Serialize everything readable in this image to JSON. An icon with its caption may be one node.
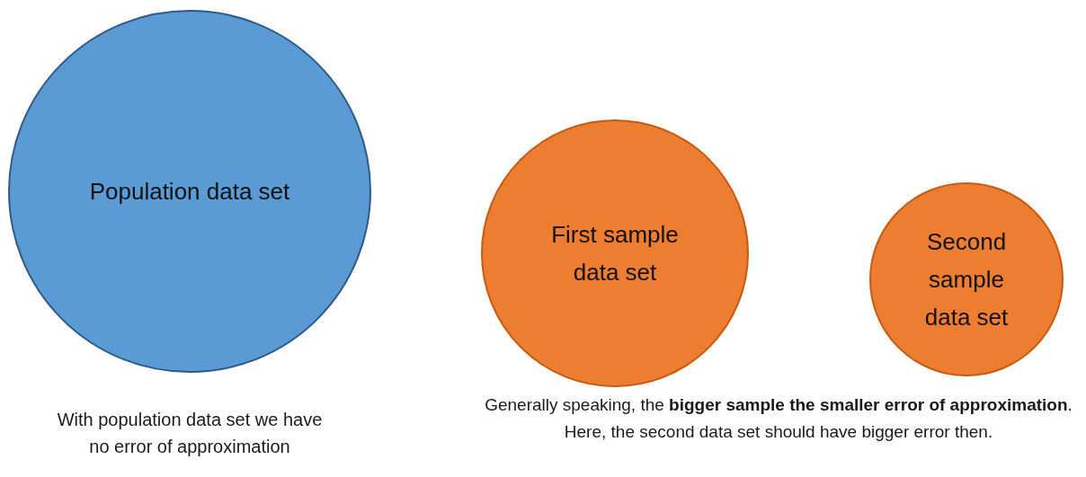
{
  "diagram": {
    "nodes": [
      {
        "text": [
          "Population data set"
        ],
        "beside": [
          "With population data set we have no error of approximation"
        ]
      },
      {
        "text": [
          "First sample data set"
        ]
      },
      {
        "text": [
          "Second sample data set"
        ]
      }
    ],
    "labels": [
      "Generally speaking, the **bigger sample the smaller error of approximation**. Here, the second data set should have bigger error then."
    ]
  }
}
